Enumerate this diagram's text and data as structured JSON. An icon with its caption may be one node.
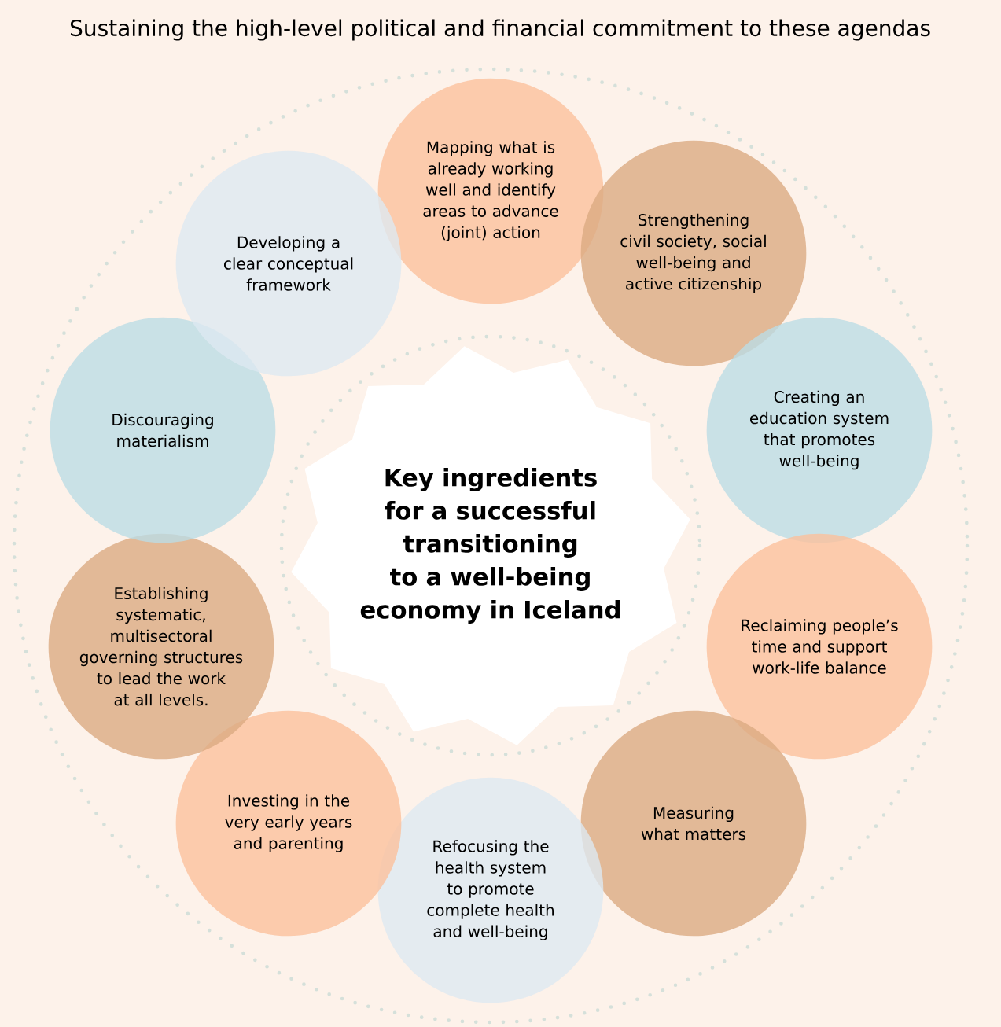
{
  "diagram": {
    "title": "Sustaining the high-level political and financial commitment to these agendas",
    "nodes": [
      {
        "text": [
          "Key ingredients for a successful transitioning to a well-being economy in Iceland"
        ]
      },
      {
        "text": [
          "Mapping what is already working well and identify areas to advance (joint) action"
        ]
      },
      {
        "text": [
          "Strengthening civil society, social well-being and active citizenship"
        ]
      },
      {
        "text": [
          "Creating an education system that promotes well-being"
        ]
      },
      {
        "text": [
          "Reclaiming people’s time and support work-life balance"
        ]
      },
      {
        "text": [
          "Measuring what matters"
        ]
      },
      {
        "text": [
          "Refocusing the health system to promote complete health and well-being"
        ]
      },
      {
        "text": [
          "Investing in the very early years and parenting"
        ]
      },
      {
        "text": [
          "Establishing systematic, multisectoral governing structures to lead the work at all levels."
        ]
      },
      {
        "text": [
          "Discouraging materialism"
        ]
      },
      {
        "text": [
          "Developing a clear conceptual framework"
        ]
      }
    ]
  }
}
